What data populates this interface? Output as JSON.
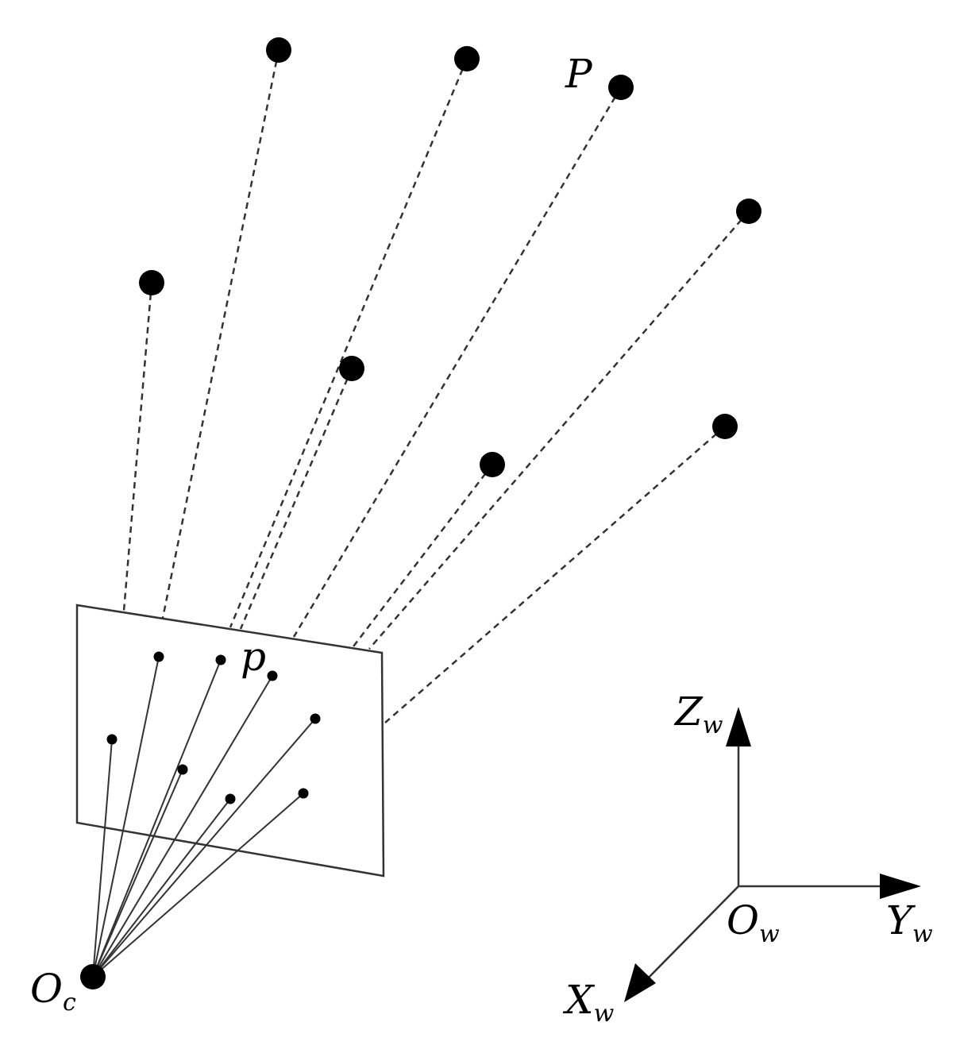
{
  "diagram": {
    "labels": {
      "world_point": "P",
      "image_point": "p",
      "camera_center": {
        "main": "O",
        "sub": "c"
      },
      "world_origin": {
        "main": "O",
        "sub": "w"
      },
      "axis_z": {
        "main": "Z",
        "sub": "w"
      },
      "axis_y": {
        "main": "Y",
        "sub": "w"
      },
      "axis_x": {
        "main": "X",
        "sub": "w"
      }
    },
    "colors": {
      "ink": "#000000",
      "background": "#ffffff",
      "plane_edge": "#333333",
      "ray": "#333333"
    }
  }
}
